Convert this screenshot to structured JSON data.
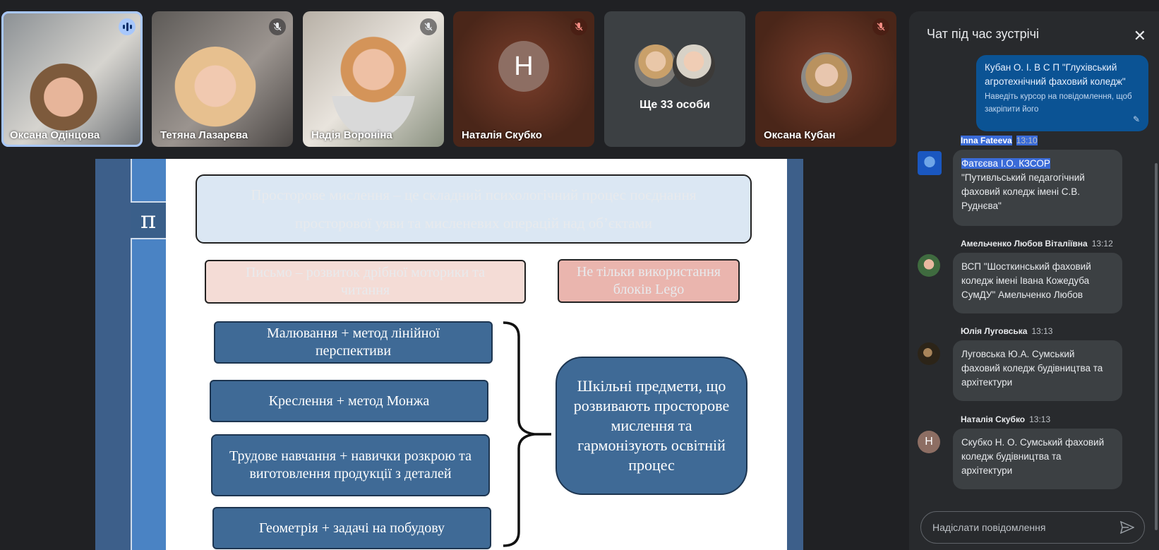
{
  "participants": [
    {
      "name": "Оксана Одінцова",
      "speaking": true
    },
    {
      "name": "Тетяна Лазарєва",
      "muted": true
    },
    {
      "name": "Надія Вороніна",
      "muted": true
    },
    {
      "name": "Наталія Скубко",
      "muted": true,
      "initial": "Н"
    },
    {
      "name": "Ще 33 особи"
    },
    {
      "name": "Оксана Кубан",
      "muted": true
    }
  ],
  "slide": {
    "pi": "π",
    "definition": "Просторове мислення – це складний психологічний процес поєднання просторової уяви та мисленевих операцій над об’єктами",
    "writing": "Письмо – розвиток дрібної моторики та читання",
    "lego": "Не тільки використання блоків Lego",
    "items": [
      "Малювання + метод лінійної перспективи",
      "Креслення + метод Монжа",
      "Трудове навчання + навички розкрою та виготовлення продукції з деталей",
      "Геометрія  + задачі на побудову"
    ],
    "summary": "Шкільні предмети, що розвивають просторове мислення та гармонізують освітній процес"
  },
  "chat": {
    "title": "Чат під час зустрічі",
    "pinned_text": "Кубан О. І.   В С П   \"Глухівський агротехнічний фаховий коледж\"",
    "pinned_hint": "Наведіть курсор на повідомлення, щоб закріпити його",
    "messages": [
      {
        "author": "Inna Fateeva",
        "time": "13:10",
        "text_highlight": "Фатєєва І.О. КЗСОР",
        "text": "\"Путивльський педагогічний фаховий коледж імені С.В. Руднєва\""
      },
      {
        "author": "Амельченко Любов Віталіївна",
        "time": "13:12",
        "text": "ВСП \"Шосткинський фаховий коледж імені Івана Кожедуба СумДУ\" Амельченко Любов"
      },
      {
        "author": "Юлія Луговська",
        "time": "13:13",
        "text": "Луговська Ю.А. Сумський фаховий коледж будівництва та архітектури"
      },
      {
        "author": "Наталія Скубко",
        "time": "13:13",
        "initial": "Н",
        "text": "Скубко Н. О. Сумський фаховий коледж будівництва та архітектури"
      }
    ],
    "input_placeholder": "Надіслати повідомлення"
  }
}
